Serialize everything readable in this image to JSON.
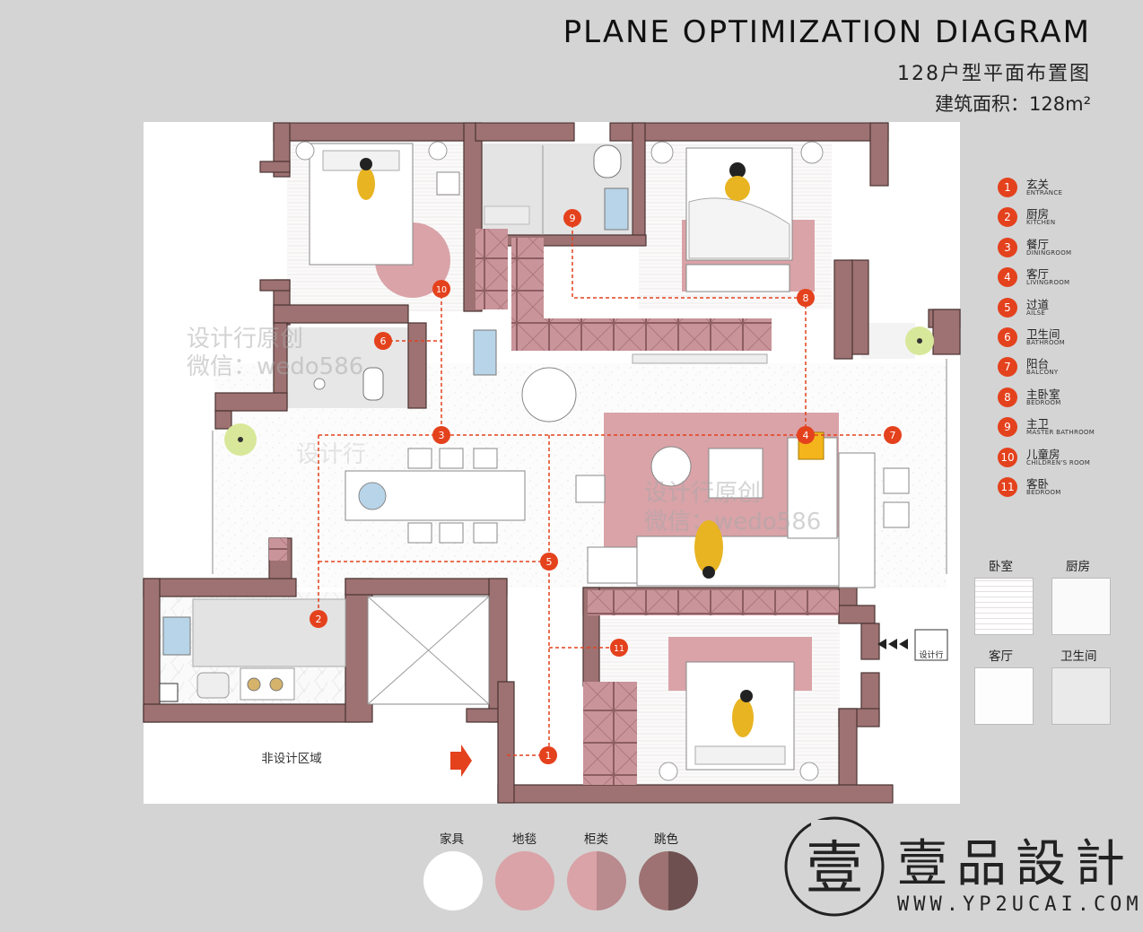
{
  "header": {
    "title": "PLANE OPTIMIZATION DIAGRAM",
    "subtitle": "128户型平面布置图",
    "area_label": "建筑面积：",
    "area_value": "128m²"
  },
  "plan": {
    "non_design_zone": "非设计区域",
    "watermark_line1": "设计行原创",
    "watermark_line2": "微信：wedo586",
    "watermark_line2b": "微信：wedo586",
    "watermark_short": "设计行",
    "stamp_text": "设计行",
    "markers": [
      "1",
      "2",
      "3",
      "4",
      "5",
      "6",
      "7",
      "8",
      "9",
      "10",
      "11"
    ]
  },
  "legend": {
    "items": [
      {
        "num": "1",
        "zh": "玄关",
        "en": "ENTRANCE"
      },
      {
        "num": "2",
        "zh": "厨房",
        "en": "KITCHEN"
      },
      {
        "num": "3",
        "zh": "餐厅",
        "en": "DININGROOM"
      },
      {
        "num": "4",
        "zh": "客厅",
        "en": "LIVINGROOM"
      },
      {
        "num": "5",
        "zh": "过道",
        "en": "AILSE"
      },
      {
        "num": "6",
        "zh": "卫生间",
        "en": "BATHROOM"
      },
      {
        "num": "7",
        "zh": "阳台",
        "en": "BALCONY"
      },
      {
        "num": "8",
        "zh": "主卧室",
        "en": "BEDROOM"
      },
      {
        "num": "9",
        "zh": "主卫",
        "en": "MASTER BATHROOM"
      },
      {
        "num": "10",
        "zh": "儿童房",
        "en": "CHILDREN'S ROOM"
      },
      {
        "num": "11",
        "zh": "客卧",
        "en": "BEDROOM"
      }
    ]
  },
  "floor_swatches": {
    "bedroom": "卧室",
    "kitchen": "厨房",
    "living": "客厅",
    "bathroom": "卫生间"
  },
  "materials": {
    "furniture": "家具",
    "carpet": "地毯",
    "cabinet": "柜类",
    "accent": "跳色"
  },
  "brand": {
    "name": "壹品設計",
    "url": "WWW.YP2UCAI.COM",
    "seal_char": "壹"
  },
  "colors": {
    "wall": "#9e7272",
    "carpet": "#d9a3a8",
    "cabinet": "#c9949a",
    "marker": "#e4411d",
    "background": "#d4d4d4"
  }
}
